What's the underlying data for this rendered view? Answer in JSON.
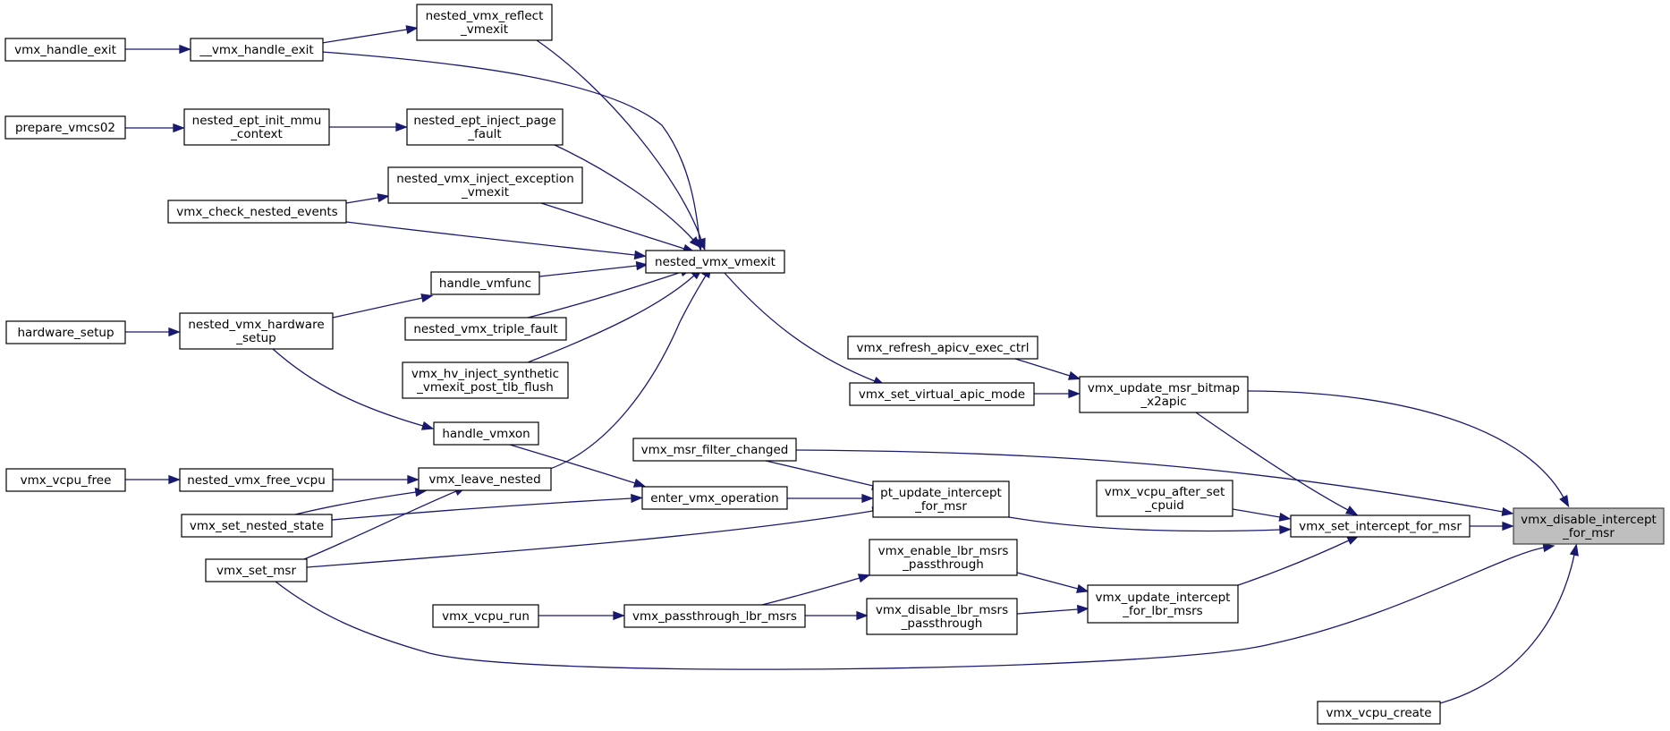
{
  "colors": {
    "edge": "#191970",
    "root_fill": "#bfbfbf",
    "node_fill": "#ffffff"
  },
  "nodes": [
    {
      "id": "vmx_disable_intercept_for_msr",
      "lines": [
        "vmx_disable_intercept",
        "_for_msr"
      ],
      "root": true
    },
    {
      "id": "vmx_set_intercept_for_msr",
      "lines": [
        "vmx_set_intercept_for_msr"
      ]
    },
    {
      "id": "vmx_update_msr_bitmap_x2apic",
      "lines": [
        "vmx_update_msr_bitmap",
        "_x2apic"
      ]
    },
    {
      "id": "vmx_vcpu_after_set_cpuid",
      "lines": [
        "vmx_vcpu_after_set",
        "_cpuid"
      ]
    },
    {
      "id": "vmx_update_intercept_for_lbr_msrs",
      "lines": [
        "vmx_update_intercept",
        "_for_lbr_msrs"
      ]
    },
    {
      "id": "vmx_vcpu_create",
      "lines": [
        "vmx_vcpu_create"
      ]
    },
    {
      "id": "vmx_refresh_apicv_exec_ctrl",
      "lines": [
        "vmx_refresh_apicv_exec_ctrl"
      ]
    },
    {
      "id": "vmx_set_virtual_apic_mode",
      "lines": [
        "vmx_set_virtual_apic_mode"
      ]
    },
    {
      "id": "vmx_msr_filter_changed",
      "lines": [
        "vmx_msr_filter_changed"
      ]
    },
    {
      "id": "pt_update_intercept_for_msr",
      "lines": [
        "pt_update_intercept",
        "_for_msr"
      ]
    },
    {
      "id": "vmx_enable_lbr_msrs_passthrough",
      "lines": [
        "vmx_enable_lbr_msrs",
        "_passthrough"
      ]
    },
    {
      "id": "vmx_disable_lbr_msrs_passthrough",
      "lines": [
        "vmx_disable_lbr_msrs",
        "_passthrough"
      ]
    },
    {
      "id": "nested_vmx_vmexit",
      "lines": [
        "nested_vmx_vmexit"
      ]
    },
    {
      "id": "enter_vmx_operation",
      "lines": [
        "enter_vmx_operation"
      ]
    },
    {
      "id": "vmx_passthrough_lbr_msrs",
      "lines": [
        "vmx_passthrough_lbr_msrs"
      ]
    },
    {
      "id": "vmx_vcpu_run",
      "lines": [
        "vmx_vcpu_run"
      ]
    },
    {
      "id": "nested_vmx_reflect_vmexit",
      "lines": [
        "nested_vmx_reflect",
        "_vmexit"
      ]
    },
    {
      "id": "__vmx_handle_exit",
      "lines": [
        "__vmx_handle_exit"
      ]
    },
    {
      "id": "vmx_handle_exit",
      "lines": [
        "vmx_handle_exit"
      ]
    },
    {
      "id": "nested_ept_inject_page_fault",
      "lines": [
        "nested_ept_inject_page",
        "_fault"
      ]
    },
    {
      "id": "nested_ept_init_mmu_context",
      "lines": [
        "nested_ept_init_mmu",
        "_context"
      ]
    },
    {
      "id": "prepare_vmcs02",
      "lines": [
        "prepare_vmcs02"
      ]
    },
    {
      "id": "nested_vmx_inject_exception_vmexit",
      "lines": [
        "nested_vmx_inject_exception",
        "_vmexit"
      ]
    },
    {
      "id": "vmx_check_nested_events",
      "lines": [
        "vmx_check_nested_events"
      ]
    },
    {
      "id": "handle_vmfunc",
      "lines": [
        "handle_vmfunc"
      ]
    },
    {
      "id": "nested_vmx_hardware_setup",
      "lines": [
        "nested_vmx_hardware",
        "_setup"
      ]
    },
    {
      "id": "hardware_setup",
      "lines": [
        "hardware_setup"
      ]
    },
    {
      "id": "nested_vmx_triple_fault",
      "lines": [
        "nested_vmx_triple_fault"
      ]
    },
    {
      "id": "vmx_hv_inject_synthetic_vmexit_post_tlb_flush",
      "lines": [
        "vmx_hv_inject_synthetic",
        "_vmexit_post_tlb_flush"
      ]
    },
    {
      "id": "handle_vmxon",
      "lines": [
        "handle_vmxon"
      ]
    },
    {
      "id": "vmx_leave_nested",
      "lines": [
        "vmx_leave_nested"
      ]
    },
    {
      "id": "nested_vmx_free_vcpu",
      "lines": [
        "nested_vmx_free_vcpu"
      ]
    },
    {
      "id": "vmx_vcpu_free",
      "lines": [
        "vmx_vcpu_free"
      ]
    },
    {
      "id": "vmx_set_nested_state",
      "lines": [
        "vmx_set_nested_state"
      ]
    },
    {
      "id": "vmx_set_msr",
      "lines": [
        "vmx_set_msr"
      ]
    }
  ],
  "edges": [
    {
      "from": "vmx_set_intercept_for_msr",
      "to": "vmx_disable_intercept_for_msr"
    },
    {
      "from": "vmx_update_msr_bitmap_x2apic",
      "to": "vmx_disable_intercept_for_msr"
    },
    {
      "from": "vmx_msr_filter_changed",
      "to": "vmx_disable_intercept_for_msr"
    },
    {
      "from": "vmx_set_msr",
      "to": "vmx_disable_intercept_for_msr"
    },
    {
      "from": "vmx_vcpu_create",
      "to": "vmx_disable_intercept_for_msr"
    },
    {
      "from": "vmx_update_msr_bitmap_x2apic",
      "to": "vmx_set_intercept_for_msr"
    },
    {
      "from": "vmx_vcpu_after_set_cpuid",
      "to": "vmx_set_intercept_for_msr"
    },
    {
      "from": "pt_update_intercept_for_msr",
      "to": "vmx_set_intercept_for_msr"
    },
    {
      "from": "vmx_update_intercept_for_lbr_msrs",
      "to": "vmx_set_intercept_for_msr"
    },
    {
      "from": "vmx_refresh_apicv_exec_ctrl",
      "to": "vmx_update_msr_bitmap_x2apic"
    },
    {
      "from": "vmx_set_virtual_apic_mode",
      "to": "vmx_update_msr_bitmap_x2apic"
    },
    {
      "from": "nested_vmx_vmexit",
      "to": "vmx_set_virtual_apic_mode"
    },
    {
      "from": "vmx_msr_filter_changed",
      "to": "pt_update_intercept_for_msr"
    },
    {
      "from": "enter_vmx_operation",
      "to": "pt_update_intercept_for_msr"
    },
    {
      "from": "vmx_set_msr",
      "to": "pt_update_intercept_for_msr"
    },
    {
      "from": "vmx_enable_lbr_msrs_passthrough",
      "to": "vmx_update_intercept_for_lbr_msrs"
    },
    {
      "from": "vmx_disable_lbr_msrs_passthrough",
      "to": "vmx_update_intercept_for_lbr_msrs"
    },
    {
      "from": "vmx_passthrough_lbr_msrs",
      "to": "vmx_enable_lbr_msrs_passthrough"
    },
    {
      "from": "vmx_passthrough_lbr_msrs",
      "to": "vmx_disable_lbr_msrs_passthrough"
    },
    {
      "from": "vmx_vcpu_run",
      "to": "vmx_passthrough_lbr_msrs"
    },
    {
      "from": "nested_vmx_reflect_vmexit",
      "to": "nested_vmx_vmexit"
    },
    {
      "from": "__vmx_handle_exit",
      "to": "nested_vmx_vmexit"
    },
    {
      "from": "nested_ept_inject_page_fault",
      "to": "nested_vmx_vmexit"
    },
    {
      "from": "nested_vmx_inject_exception_vmexit",
      "to": "nested_vmx_vmexit"
    },
    {
      "from": "vmx_check_nested_events",
      "to": "nested_vmx_vmexit"
    },
    {
      "from": "handle_vmfunc",
      "to": "nested_vmx_vmexit"
    },
    {
      "from": "nested_vmx_triple_fault",
      "to": "nested_vmx_vmexit"
    },
    {
      "from": "vmx_hv_inject_synthetic_vmexit_post_tlb_flush",
      "to": "nested_vmx_vmexit"
    },
    {
      "from": "vmx_leave_nested",
      "to": "nested_vmx_vmexit"
    },
    {
      "from": "__vmx_handle_exit",
      "to": "nested_vmx_reflect_vmexit"
    },
    {
      "from": "vmx_handle_exit",
      "to": "__vmx_handle_exit"
    },
    {
      "from": "nested_ept_init_mmu_context",
      "to": "nested_ept_inject_page_fault"
    },
    {
      "from": "prepare_vmcs02",
      "to": "nested_ept_init_mmu_context"
    },
    {
      "from": "vmx_check_nested_events",
      "to": "nested_vmx_inject_exception_vmexit"
    },
    {
      "from": "nested_vmx_hardware_setup",
      "to": "handle_vmfunc"
    },
    {
      "from": "hardware_setup",
      "to": "nested_vmx_hardware_setup"
    },
    {
      "from": "nested_vmx_hardware_setup",
      "to": "handle_vmxon"
    },
    {
      "from": "handle_vmxon",
      "to": "enter_vmx_operation"
    },
    {
      "from": "vmx_set_nested_state",
      "to": "enter_vmx_operation"
    },
    {
      "from": "nested_vmx_free_vcpu",
      "to": "vmx_leave_nested"
    },
    {
      "from": "vmx_set_nested_state",
      "to": "vmx_leave_nested"
    },
    {
      "from": "vmx_set_msr",
      "to": "vmx_leave_nested"
    },
    {
      "from": "vmx_vcpu_free",
      "to": "nested_vmx_free_vcpu"
    }
  ]
}
